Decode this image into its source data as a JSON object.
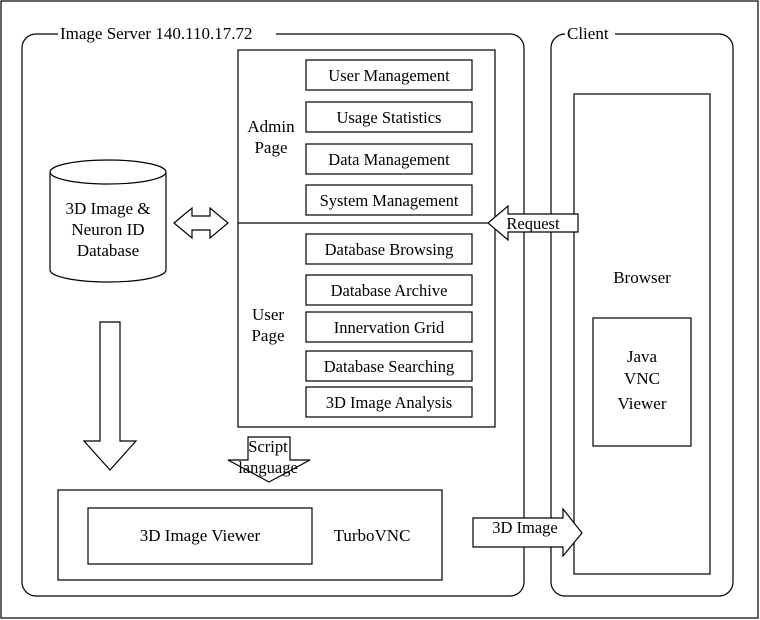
{
  "server": {
    "title": "Image Server 140.110.17.72",
    "database": {
      "line1": "3D Image &",
      "line2": "Neuron ID",
      "line3": "Database"
    },
    "admin": {
      "label_line1": "Admin",
      "label_line2": "Page",
      "items": [
        "User Management",
        "Usage Statistics",
        "Data Management",
        "System Management"
      ]
    },
    "user": {
      "label_line1": "User",
      "label_line2": "Page",
      "items": [
        "Database Browsing",
        "Database Archive",
        "Innervation Grid",
        "Database Searching",
        "3D Image Analysis"
      ]
    },
    "script": {
      "line1": "Script",
      "line2": "language"
    },
    "viewer_label": "3D Image Viewer",
    "turbovnc_label": "TurboVNC"
  },
  "client": {
    "title": "Client",
    "browser_label": "Browser",
    "vnc": {
      "line1": "Java",
      "line2": "VNC",
      "line3": "Viewer"
    }
  },
  "arrows": {
    "request": "Request",
    "image": "3D Image"
  }
}
